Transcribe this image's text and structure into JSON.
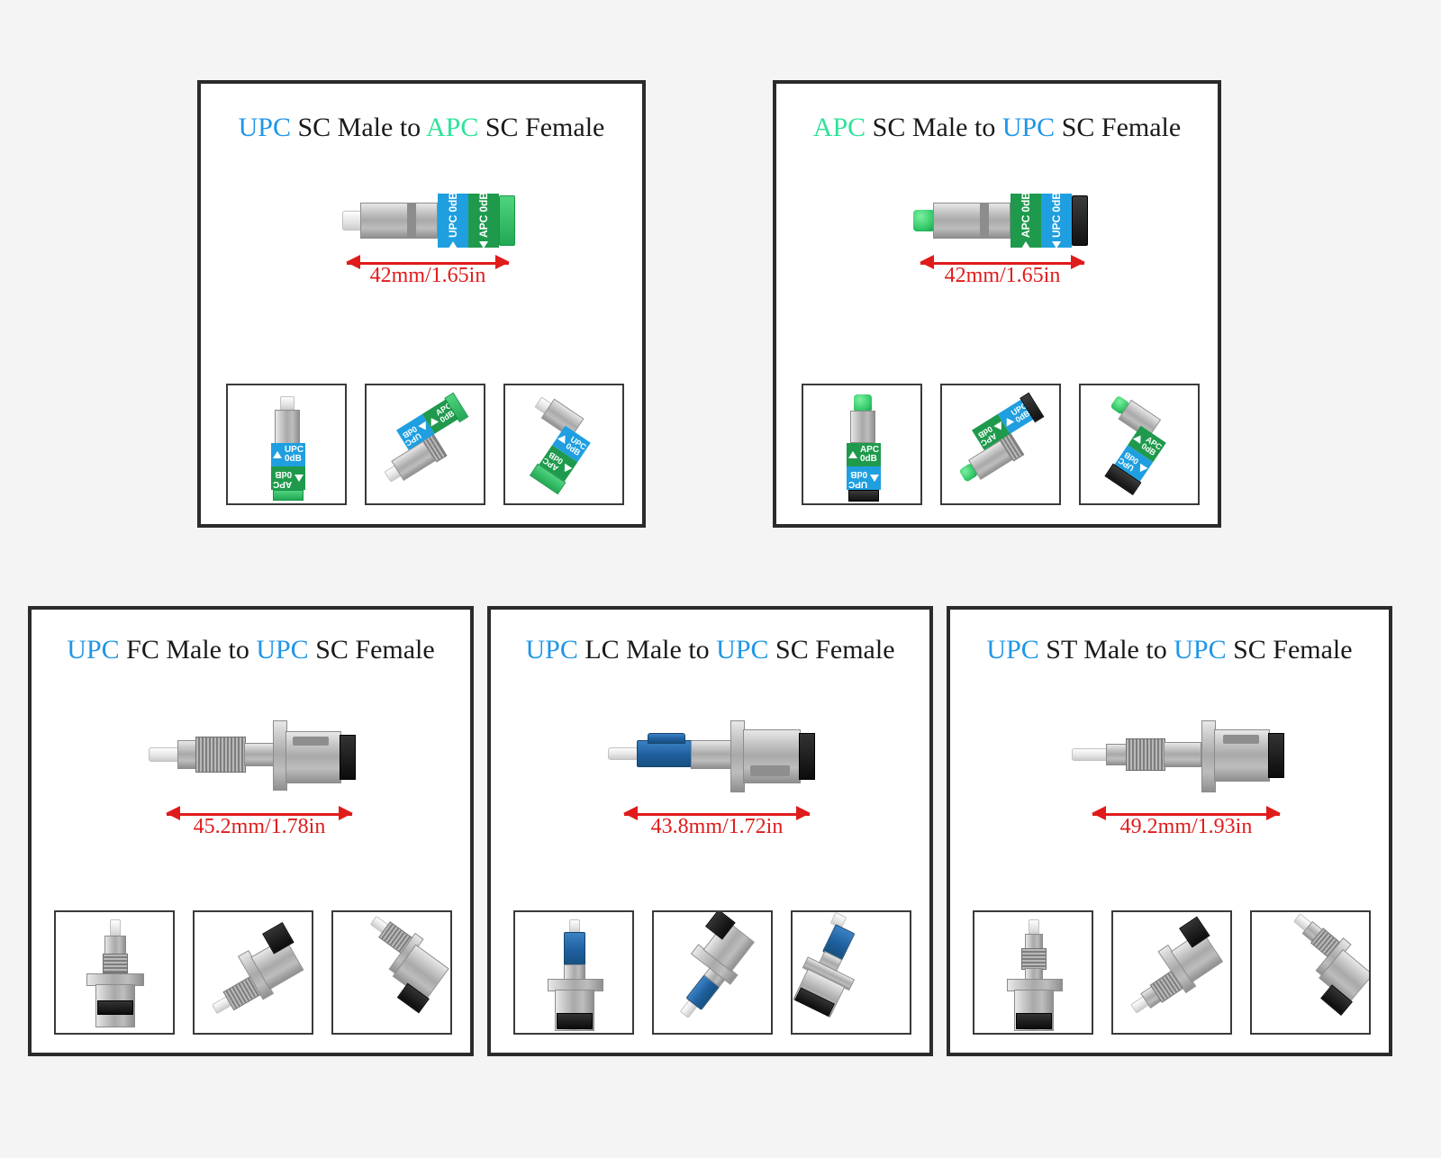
{
  "page": {
    "background_color": "#f4f4f4",
    "panel_border_color": "#2b2b2b",
    "accent_upc_color": "#1f96e8",
    "accent_apc_color": "#2fe39a",
    "dimension_color": "#e01b1b"
  },
  "panels": [
    {
      "id": "upc-sc-male-to-apc-sc-female",
      "title_parts": [
        {
          "text": "UPC",
          "style": "upc"
        },
        {
          "text": " SC Male to ",
          "style": "plain"
        },
        {
          "text": "APC",
          "style": "apc"
        },
        {
          "text": " SC Female",
          "style": "plain"
        }
      ],
      "title_plain": "UPC SC Male to APC SC Female",
      "dimension": "42mm/1.65in",
      "labels": {
        "near": "UPC 0dB",
        "far": "APC 0dB"
      },
      "thumbnails": [
        {
          "caption": "front-upright-view"
        },
        {
          "caption": "angled-left-view"
        },
        {
          "caption": "angled-right-view"
        }
      ]
    },
    {
      "id": "apc-sc-male-to-upc-sc-female",
      "title_parts": [
        {
          "text": "APC",
          "style": "apc"
        },
        {
          "text": " SC Male to ",
          "style": "plain"
        },
        {
          "text": "UPC",
          "style": "upc"
        },
        {
          "text": " SC Female",
          "style": "plain"
        }
      ],
      "title_plain": "APC SC Male to UPC SC Female",
      "dimension": "42mm/1.65in",
      "labels": {
        "near": "APC 0dB",
        "far": "UPC 0dB"
      },
      "thumbnails": [
        {
          "caption": "front-upright-view"
        },
        {
          "caption": "angled-left-view"
        },
        {
          "caption": "angled-right-view"
        }
      ]
    },
    {
      "id": "upc-fc-male-to-upc-sc-female",
      "title_parts": [
        {
          "text": "UPC",
          "style": "upc"
        },
        {
          "text": " FC Male to ",
          "style": "plain"
        },
        {
          "text": "UPC",
          "style": "upc"
        },
        {
          "text": " SC Female",
          "style": "plain"
        }
      ],
      "title_plain": "UPC FC Male to UPC SC Female",
      "dimension": "45.2mm/1.78in",
      "labels": {
        "near": "",
        "far": ""
      },
      "thumbnails": [
        {
          "caption": "front-upright-view"
        },
        {
          "caption": "angled-left-view"
        },
        {
          "caption": "angled-right-view"
        }
      ]
    },
    {
      "id": "upc-lc-male-to-upc-sc-female",
      "title_parts": [
        {
          "text": "UPC",
          "style": "upc"
        },
        {
          "text": " LC Male to ",
          "style": "plain"
        },
        {
          "text": "UPC",
          "style": "upc"
        },
        {
          "text": " SC Female",
          "style": "plain"
        }
      ],
      "title_plain": "UPC LC Male to UPC SC Female",
      "dimension": "43.8mm/1.72in",
      "labels": {
        "near": "",
        "far": ""
      },
      "thumbnails": [
        {
          "caption": "front-upright-view"
        },
        {
          "caption": "angled-left-view"
        },
        {
          "caption": "angled-right-view"
        }
      ]
    },
    {
      "id": "upc-st-male-to-upc-sc-female",
      "title_parts": [
        {
          "text": "UPC",
          "style": "upc"
        },
        {
          "text": " ST Male to ",
          "style": "plain"
        },
        {
          "text": "UPC",
          "style": "upc"
        },
        {
          "text": " SC Female",
          "style": "plain"
        }
      ],
      "title_plain": "UPC ST Male to UPC SC Female",
      "dimension": "49.2mm/1.93in",
      "labels": {
        "near": "",
        "far": ""
      },
      "thumbnails": [
        {
          "caption": "front-upright-view"
        },
        {
          "caption": "angled-left-view"
        },
        {
          "caption": "angled-right-view"
        }
      ]
    }
  ],
  "connector_label_text": {
    "upc": "UPC",
    "apc": "APC",
    "db": "0dB"
  }
}
